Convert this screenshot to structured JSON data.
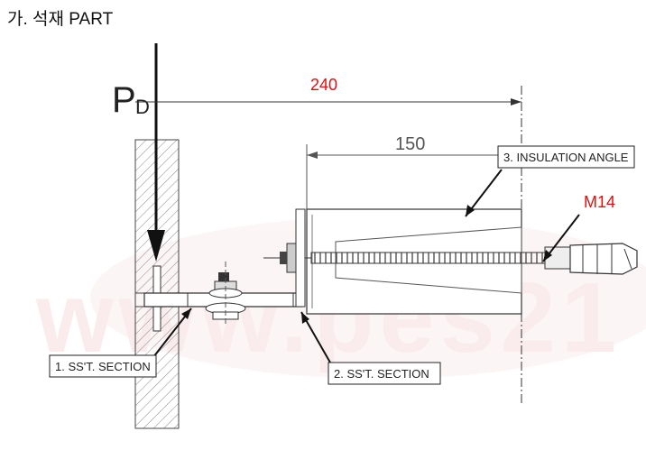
{
  "title": "가. 석재 PART",
  "load": {
    "symbol": "P",
    "subscript": "D"
  },
  "dimensions": {
    "overall": "240",
    "angle_length": "150"
  },
  "callouts": {
    "section_1": "1. SS'T. SECTION",
    "section_2": "2. SS'T. SECTION",
    "insulation_angle": "3. INSULATION ANGLE",
    "anchor": "M14"
  },
  "colors": {
    "dimension_red": "#e01010",
    "line": "#222222",
    "watermark": "#f6d6d6"
  }
}
